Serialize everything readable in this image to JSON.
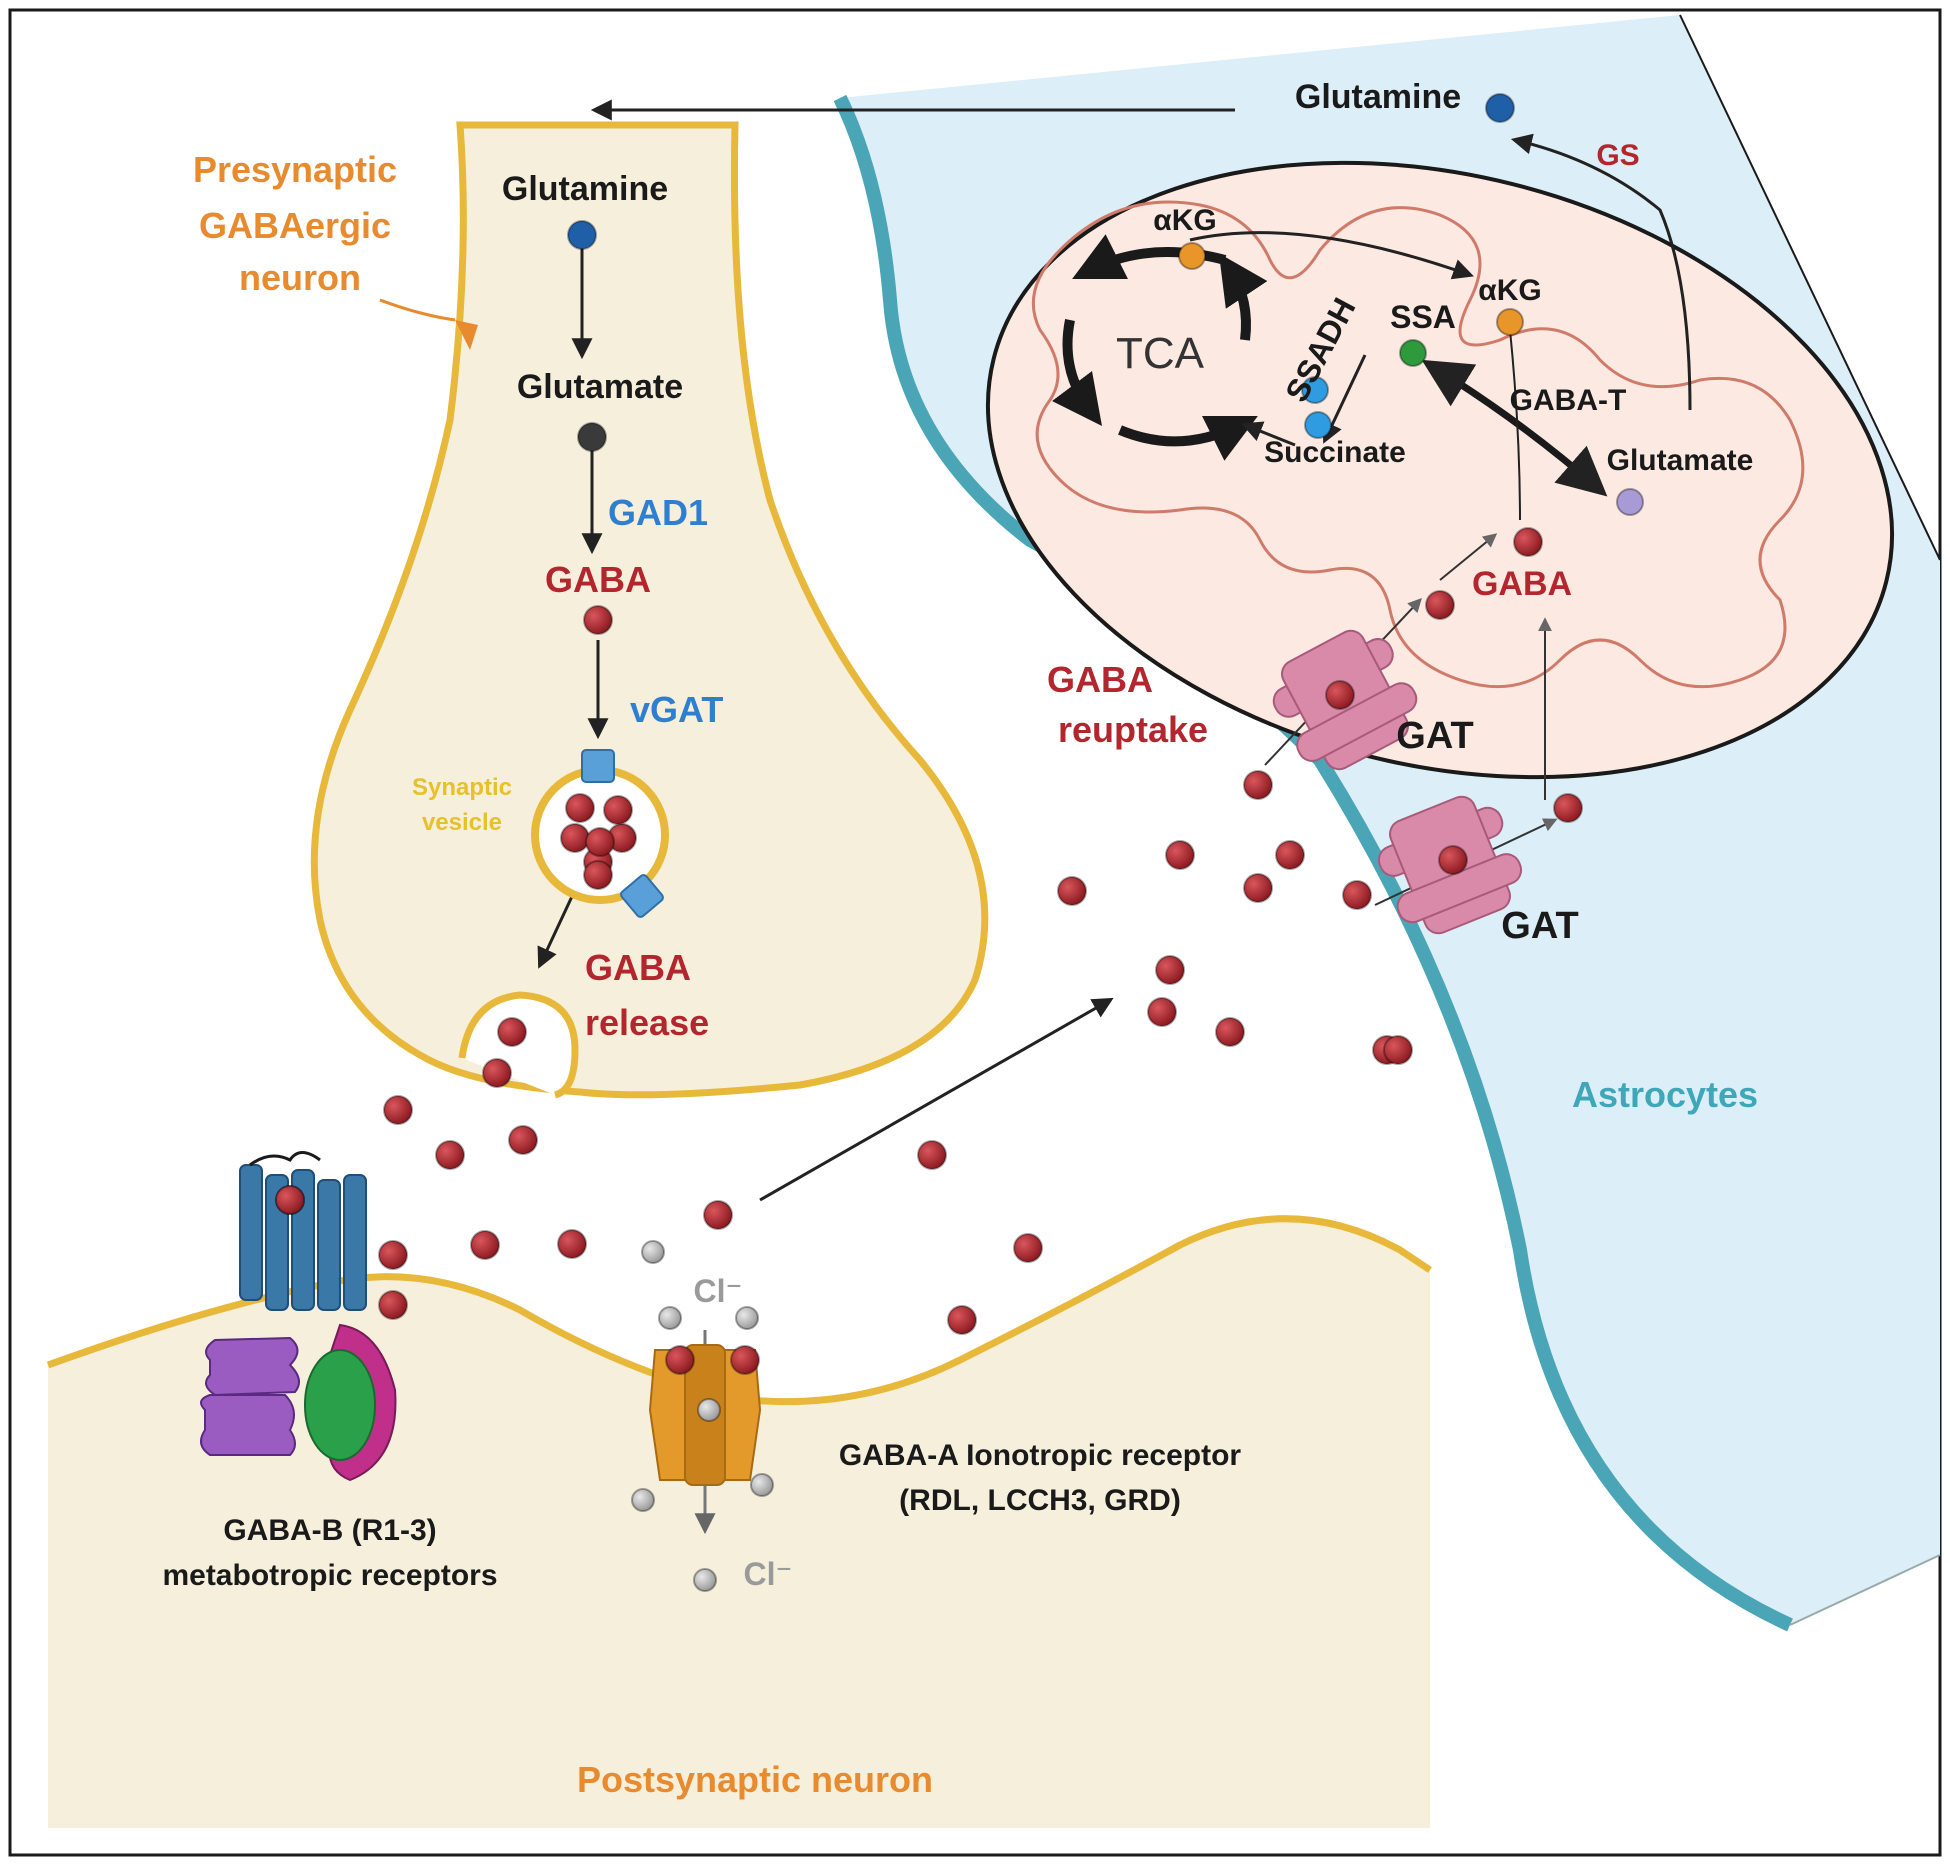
{
  "labels": {
    "presynaptic_line1": "Presynaptic",
    "presynaptic_line2": "GABAergic",
    "presynaptic_line3": "neuron",
    "glutamine_pre": "Glutamine",
    "glutamate_pre": "Glutamate",
    "gad1": "GAD1",
    "gaba_pre": "GABA",
    "vgat": "vGAT",
    "synaptic_line1": "Synaptic",
    "synaptic_line2": "vesicle",
    "release_line1": "GABA",
    "release_line2": "release",
    "glutamine_astro": "Glutamine",
    "gs": "GS",
    "akg_left": "αKG",
    "akg_right": "αKG",
    "tca": "TCA",
    "ssadh": "SSADH",
    "ssa": "SSA",
    "gaba_t": "GABA-T",
    "succinate": "Succinate",
    "glutamate_mito": "Glutamate",
    "gaba_mito": "GABA",
    "reuptake_line1": "GABA",
    "reuptake_line2": "reuptake",
    "gat_upper": "GAT",
    "gat_lower": "GAT",
    "astrocytes": "Astrocytes",
    "cl_top": "Cl⁻",
    "cl_bottom": "Cl⁻",
    "gaba_a_line1": "GABA-A Ionotropic receptor",
    "gaba_a_line2": "(RDL, LCCH3, GRD)",
    "gaba_b_line1": "GABA-B (R1-3)",
    "gaba_b_line2": "metabotropic receptors",
    "postsynaptic": "Postsynaptic neuron"
  },
  "colors": {
    "gaba_molecule": "#a8232a",
    "glutamine_molecule": "#1f5fa8",
    "glutamate_molecule": "#3a3a3a",
    "akg_molecule": "#e8962a",
    "ssa_molecule": "#2e9a3c",
    "succinate_molecule": "#2f9be0",
    "glutamate_mito_molecule": "#a89ad6",
    "chloride_ion": "#b5b5b5",
    "neuron_fill": "#f6efdc",
    "neuron_outline": "#e8b83a",
    "astrocyte_fill": "#dceef8",
    "astrocyte_border": "#4aa6b6",
    "mito_fill": "#fbe9e2",
    "mito_inner": "#d07a6a",
    "gat_transporter": "#d98aa8",
    "gaba_a_receptor": "#e39a2a",
    "gaba_b_receptor": "#3a78a8",
    "g_protein_purple": "#9a5cc0",
    "g_protein_green": "#2aa04a",
    "g_protein_magenta": "#c0308a",
    "vesicle_transporter": "#5aa0d8"
  }
}
